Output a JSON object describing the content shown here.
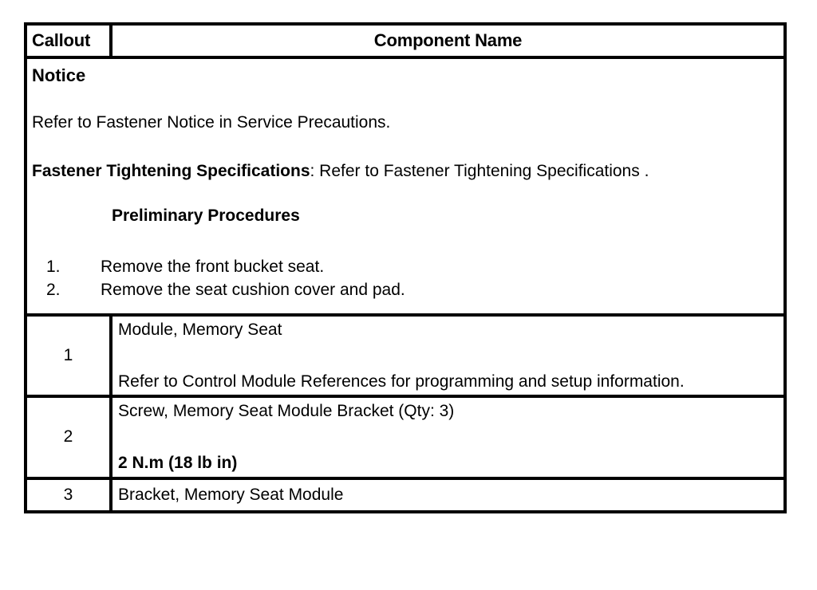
{
  "document": {
    "type": "service-manual-parts-table",
    "background_color": "#ffffff",
    "text_color": "#000000",
    "border_color": "#000000"
  },
  "table": {
    "header": {
      "callout_label": "Callout",
      "component_label": "Component Name"
    },
    "notice": {
      "title": "Notice",
      "body": "Refer to Fastener Notice in Service Precautions.",
      "spec_label": "Fastener Tightening Specifications",
      "spec_rest": ": Refer to Fastener Tightening Specifications .",
      "preliminary_heading": "Preliminary Procedures",
      "steps": [
        {
          "number": "1.",
          "text": "Remove the front bucket seat."
        },
        {
          "number": "2.",
          "text": "Remove the seat cushion cover and pad."
        }
      ]
    },
    "rows": [
      {
        "callout": "1",
        "primary": "Module, Memory Seat",
        "secondary": "Refer to Control Module References for programming and setup information.",
        "secondary_bold": false
      },
      {
        "callout": "2",
        "primary": "Screw, Memory Seat Module Bracket (Qty: 3)",
        "secondary": "2 N.m (18 lb in)",
        "secondary_bold": true
      },
      {
        "callout": "3",
        "primary": "Bracket, Memory Seat Module",
        "secondary": "",
        "secondary_bold": false
      }
    ]
  }
}
